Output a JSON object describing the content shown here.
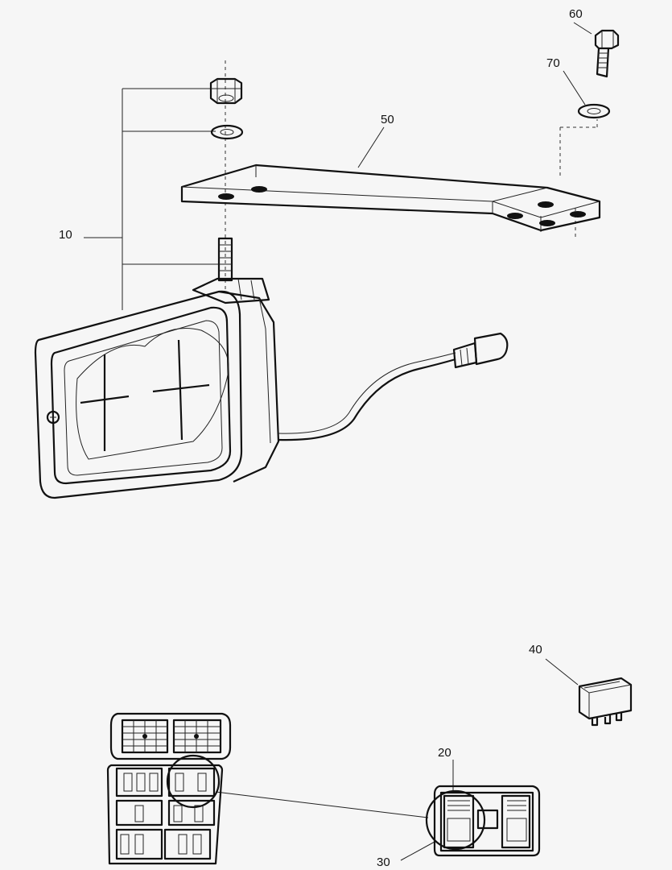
{
  "callouts": {
    "c10": "10",
    "c20": "20",
    "c30": "30",
    "c40": "40",
    "c50": "50",
    "c60": "60",
    "c70": "70"
  },
  "colors": {
    "background": "#f6f6f6",
    "line": "#111111"
  }
}
